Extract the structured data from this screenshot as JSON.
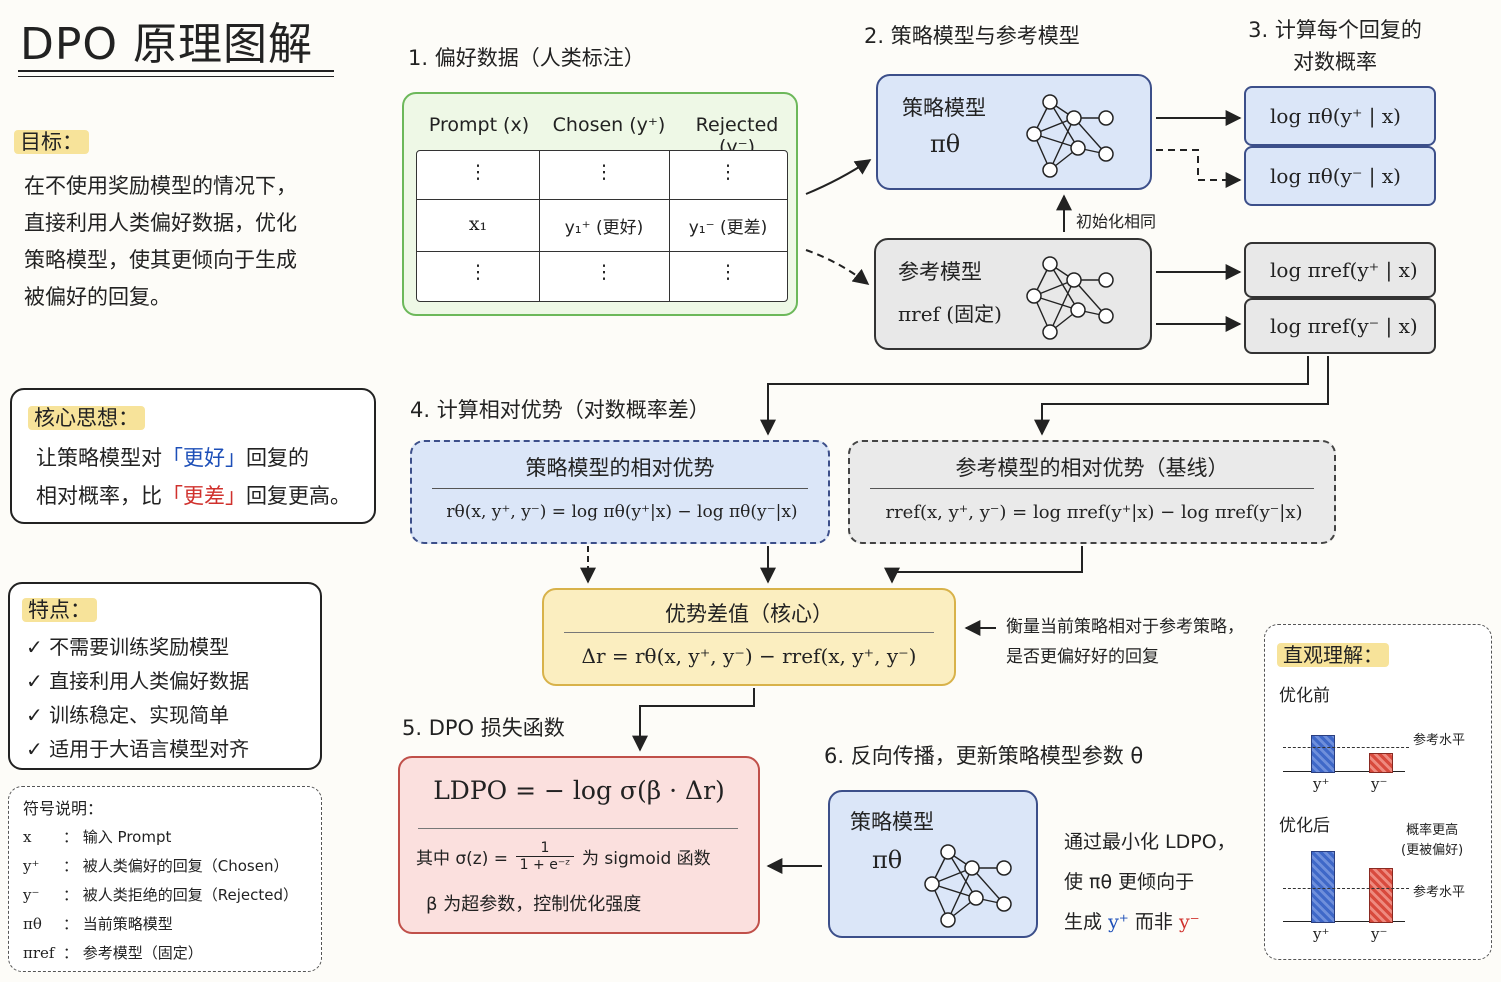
{
  "title": "DPO 原理图解",
  "goal": {
    "label": "目标：",
    "lines": [
      "在不使用奖励模型的情况下，",
      "直接利用人类偏好数据，优化",
      "策略模型，使其更倾向于生成",
      "被偏好的回复。"
    ]
  },
  "core": {
    "label": "核心思想：",
    "line1_pre": "让策略模型对",
    "line1_blue": "「更好」",
    "line1_post": "回复的",
    "line2_pre": "相对概率，比",
    "line2_red": "「更差」",
    "line2_post": "回复更高。"
  },
  "features": {
    "label": "特点：",
    "check": "✓",
    "items": [
      "不需要训练奖励模型",
      "直接利用人类偏好数据",
      "训练稳定、实现简单",
      "适用于大语言模型对齐"
    ]
  },
  "symbols": {
    "label": "符号说明：",
    "items": [
      {
        "sym": "x",
        "desc": "：  输入 Prompt"
      },
      {
        "sym": "y⁺",
        "desc": "：  被人类偏好的回复（Chosen）"
      },
      {
        "sym": "y⁻",
        "desc": "：  被人类拒绝的回复（Rejected）"
      },
      {
        "sym": "πθ",
        "desc": "：  当前策略模型"
      },
      {
        "sym": "πref",
        "desc": "：  参考模型（固定）"
      }
    ]
  },
  "step1": {
    "heading": "1. 偏好数据（人类标注）",
    "headers": [
      "Prompt (x)",
      "Chosen (y⁺)",
      "Rejected (y⁻)"
    ],
    "dots": "⋮",
    "row_x": "x₁",
    "row_chosen": "y₁⁺ (更好)",
    "row_rejected": "y₁⁻ (更差)"
  },
  "step2": {
    "heading": "2. 策略模型与参考模型",
    "policy_label": "策略模型",
    "policy_sym": "πθ",
    "ref_label": "参考模型",
    "ref_sym": "πref (固定)",
    "init_note": "初始化相同"
  },
  "step3": {
    "heading_line1": "3. 计算每个回复的",
    "heading_line2": "对数概率",
    "logp_pos": "log πθ(y⁺ | x)",
    "logp_neg": "log πθ(y⁻ | x)",
    "logref_pos": "log πref(y⁺ | x)",
    "logref_neg": "log πref(y⁻ | x)"
  },
  "step4": {
    "heading": "4. 计算相对优势（对数概率差）",
    "policy_title": "策略模型的相对优势",
    "policy_formula": "rθ(x, y⁺, y⁻) = log πθ(y⁺|x) − log πθ(y⁻|x)",
    "ref_title": "参考模型的相对优势（基线）",
    "ref_formula": "rref(x, y⁺, y⁻) = log πref(y⁺|x) − log πref(y⁻|x)"
  },
  "advantage": {
    "title": "优势差值（核心）",
    "formula": "Δr = rθ(x, y⁺, y⁻) − rref(x, y⁺, y⁻)",
    "note_line1": "衡量当前策略相对于参考策略，",
    "note_line2": "是否更偏好好的回复"
  },
  "step5": {
    "heading": "5. DPO 损失函数",
    "loss": "LDPO = − log σ(β · Δr)",
    "where_pre": "其中 σ(z) =",
    "frac_num": "1",
    "frac_den": "1 + e⁻ᶻ",
    "where_post": "为 sigmoid 函数",
    "beta_line": "β 为超参数，控制优化强度"
  },
  "step6": {
    "heading": "6. 反向传播，更新策略模型参数 θ",
    "policy_label": "策略模型",
    "policy_sym": "πθ",
    "note_line1": "通过最小化 LDPO，",
    "note_line2": "使 πθ 更倾向于",
    "note_line3_pre": "生成",
    "note_line3_blue": "y⁺",
    "note_line3_mid": "而非",
    "note_line3_red": "y⁻"
  },
  "intuition": {
    "label": "直观理解：",
    "before_label": "优化前",
    "after_label": "优化后",
    "ref_level": "参考水平",
    "after_note_line1": "概率更高",
    "after_note_line2": "(更被偏好)",
    "y_pos": "y⁺",
    "y_neg": "y⁻",
    "bars_before": {
      "pos": 0.6,
      "neg": 0.3
    },
    "bars_after": {
      "pos": 0.85,
      "neg": 0.65
    },
    "ref_level_before": 0.4,
    "ref_level_after": 0.4
  },
  "colors": {
    "green": "#7fc46a",
    "blue_fill": "#dbe6f8",
    "blue_border": "#3c4f8a",
    "gray_fill": "#e8e8e8",
    "yellow_fill": "#fbeec0",
    "red_fill": "#fbe0de"
  }
}
